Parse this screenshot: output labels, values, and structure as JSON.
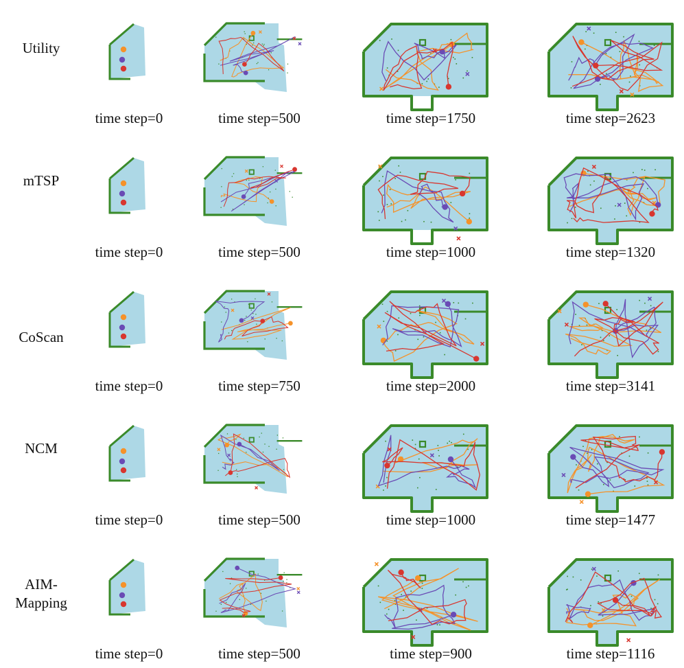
{
  "colors": {
    "explored": "#add8e6",
    "wall": "#3a8a2a",
    "robot_1": "#f5922a",
    "robot_2": "#6a4bb5",
    "robot_3": "#d8362f"
  },
  "rows": [
    {
      "label": "Utility",
      "captions": [
        "time step=0",
        "time step=500",
        "time step=1750",
        "time step=2623"
      ]
    },
    {
      "label": "mTSP",
      "captions": [
        "time step=0",
        "time step=500",
        "time step=1000",
        "time step=1320"
      ]
    },
    {
      "label": "CoScan",
      "captions": [
        "time step=0",
        "time step=750",
        "time step=2000",
        "time step=3141"
      ]
    },
    {
      "label": "NCM",
      "captions": [
        "time step=0",
        "time step=500",
        "time step=1000",
        "time step=1477"
      ]
    },
    {
      "label": "AIM-\nMapping",
      "captions": [
        "time step=0",
        "time step=500",
        "time step=900",
        "time step=1116"
      ]
    }
  ]
}
